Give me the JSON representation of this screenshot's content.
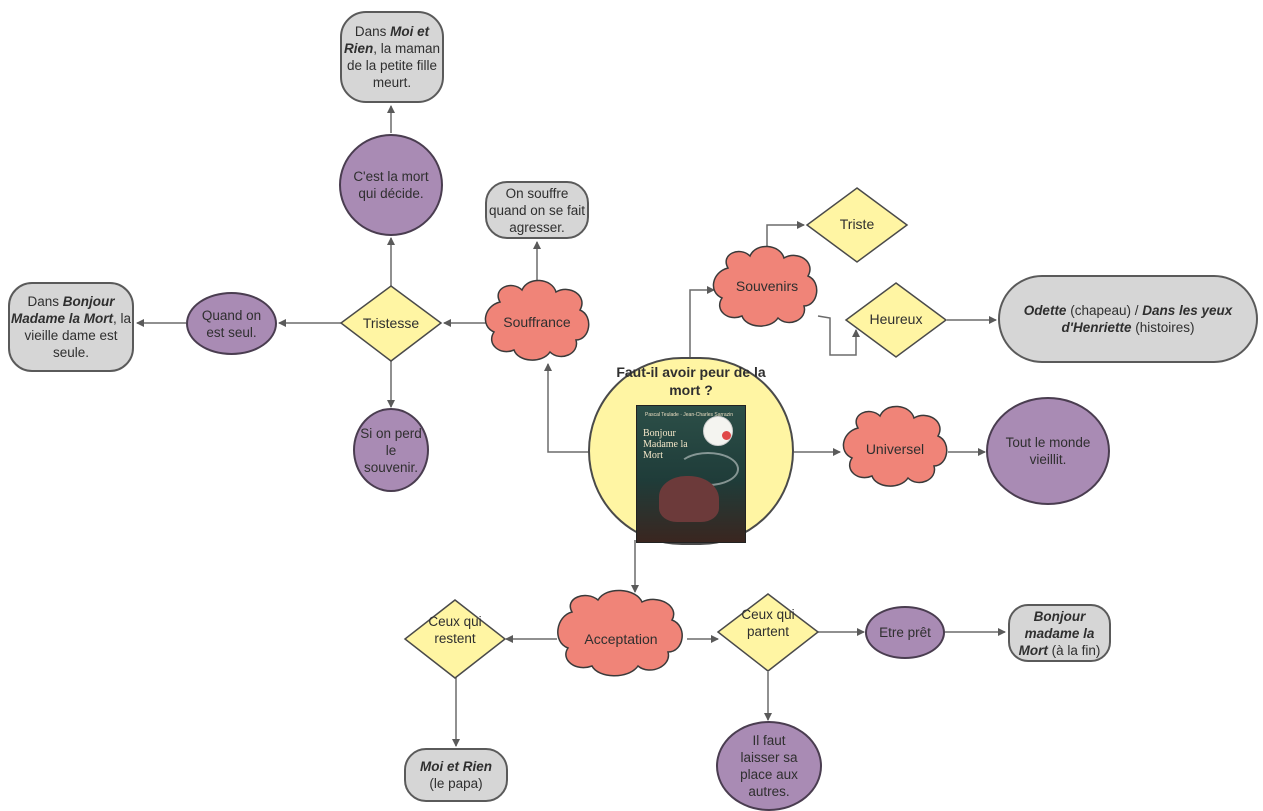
{
  "central": {
    "question": "Faut-il avoir peur de la mort ?",
    "book_title": "Bonjour Madame la Mort",
    "book_author": "Pascal Teulade · Jean-Charles Sarrazin"
  },
  "nodes": {
    "souffrance": "Souffrance",
    "souffrance_detail": "On souffre quand on se fait agresser.",
    "tristesse": "Tristesse",
    "mort_decide": "C'est la mort qui décide.",
    "moi_et_rien_mother": {
      "em": "Moi et Rien",
      "rest": ", la maman de la petite fille meurt.",
      "pre": "Dans "
    },
    "quand_seul": "Quand on est seul.",
    "bonjour_seule": {
      "pre": "Dans ",
      "em": "Bonjour Madame la Mort",
      "rest": ", la vieille dame est seule."
    },
    "perd_souvenir": "Si on perd le souvenir.",
    "souvenirs": "Souvenirs",
    "triste": "Triste",
    "heureux": "Heureux",
    "odette": {
      "em1": "Odette",
      "mid": " (chapeau) / ",
      "em2": "Dans les yeux d'Henriette",
      "rest": " (histoires)"
    },
    "universel": "Universel",
    "tout_le_monde": "Tout le monde vieillit.",
    "acceptation": "Acceptation",
    "ceux_restent": "Ceux qui restent",
    "moi_et_rien_papa": {
      "em": "Moi et Rien",
      "rest": "(le papa)"
    },
    "ceux_partent": "Ceux qui partent",
    "etre_pret": "Etre prêt",
    "bonjour_fin": {
      "em": "Bonjour madame la Mort",
      "rest": " (à la fin)"
    },
    "laisser_place": "Il faut laisser sa place aux autres."
  },
  "colors": {
    "cloud": "#f08478",
    "diamond": "#fff5a3",
    "purple": "#a98bb4",
    "grey": "#d6d6d6",
    "edge": "#5a5a5a"
  }
}
